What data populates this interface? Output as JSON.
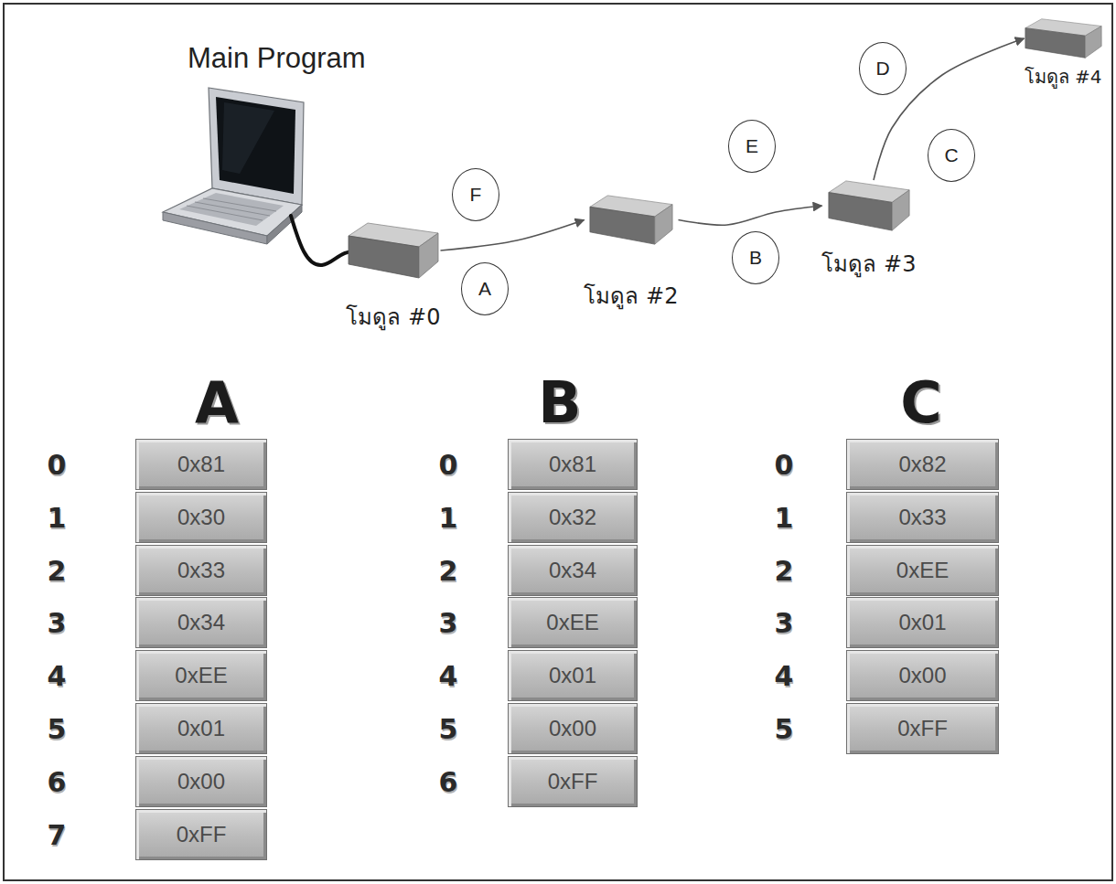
{
  "diagram": {
    "nodes": [
      {
        "text": [
          "โมดูล #0"
        ]
      },
      {
        "text": [
          "F"
        ]
      },
      {
        "text": [
          "A"
        ]
      },
      {
        "text": [
          "โมดูล #2"
        ]
      },
      {
        "text": [
          "E"
        ]
      },
      {
        "text": [
          "B"
        ]
      },
      {
        "text": [
          "โมดูล #3"
        ]
      },
      {
        "text": [
          "D"
        ]
      },
      {
        "text": [
          "C"
        ]
      },
      {
        "text": [
          "โมดูล #4"
        ]
      }
    ],
    "edges": [
      {
        "from": 0,
        "to": 3,
        "arrow": "to"
      },
      {
        "from": 3,
        "to": 6,
        "arrow": "to"
      },
      {
        "from": 6,
        "to": 9,
        "arrow": "to"
      }
    ],
    "labels": [
      "Main Program",
      "A",
      "0",
      "0x81",
      "1",
      "0x30",
      "2",
      "0x33",
      "3",
      "0x34",
      "4",
      "0xEE",
      "5",
      "0x01",
      "6",
      "0x00",
      "7",
      "0xFF",
      "B",
      "0",
      "0x81",
      "1",
      "0x32",
      "2",
      "0x34",
      "3",
      "0xEE",
      "4",
      "0x01",
      "5",
      "0x00",
      "6",
      "0xFF",
      "C",
      "0",
      "0x82",
      "1",
      "0x33",
      "2",
      "0xEE",
      "3",
      "0x01",
      "4",
      "0x00",
      "5",
      "0xFF"
    ]
  }
}
